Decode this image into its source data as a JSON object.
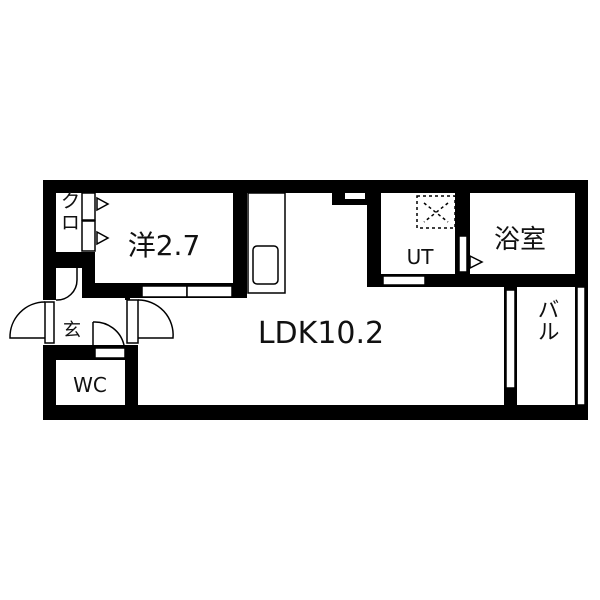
{
  "floor_plan": {
    "rooms": {
      "closet": "クロ",
      "western_room": "洋2.7",
      "entrance": "玄",
      "toilet": "WC",
      "ldk": "LDK10.2",
      "utility": "UT",
      "bathroom": "浴室",
      "balcony": "バル"
    },
    "colors": {
      "wall": "#000000",
      "background": "#ffffff"
    }
  }
}
